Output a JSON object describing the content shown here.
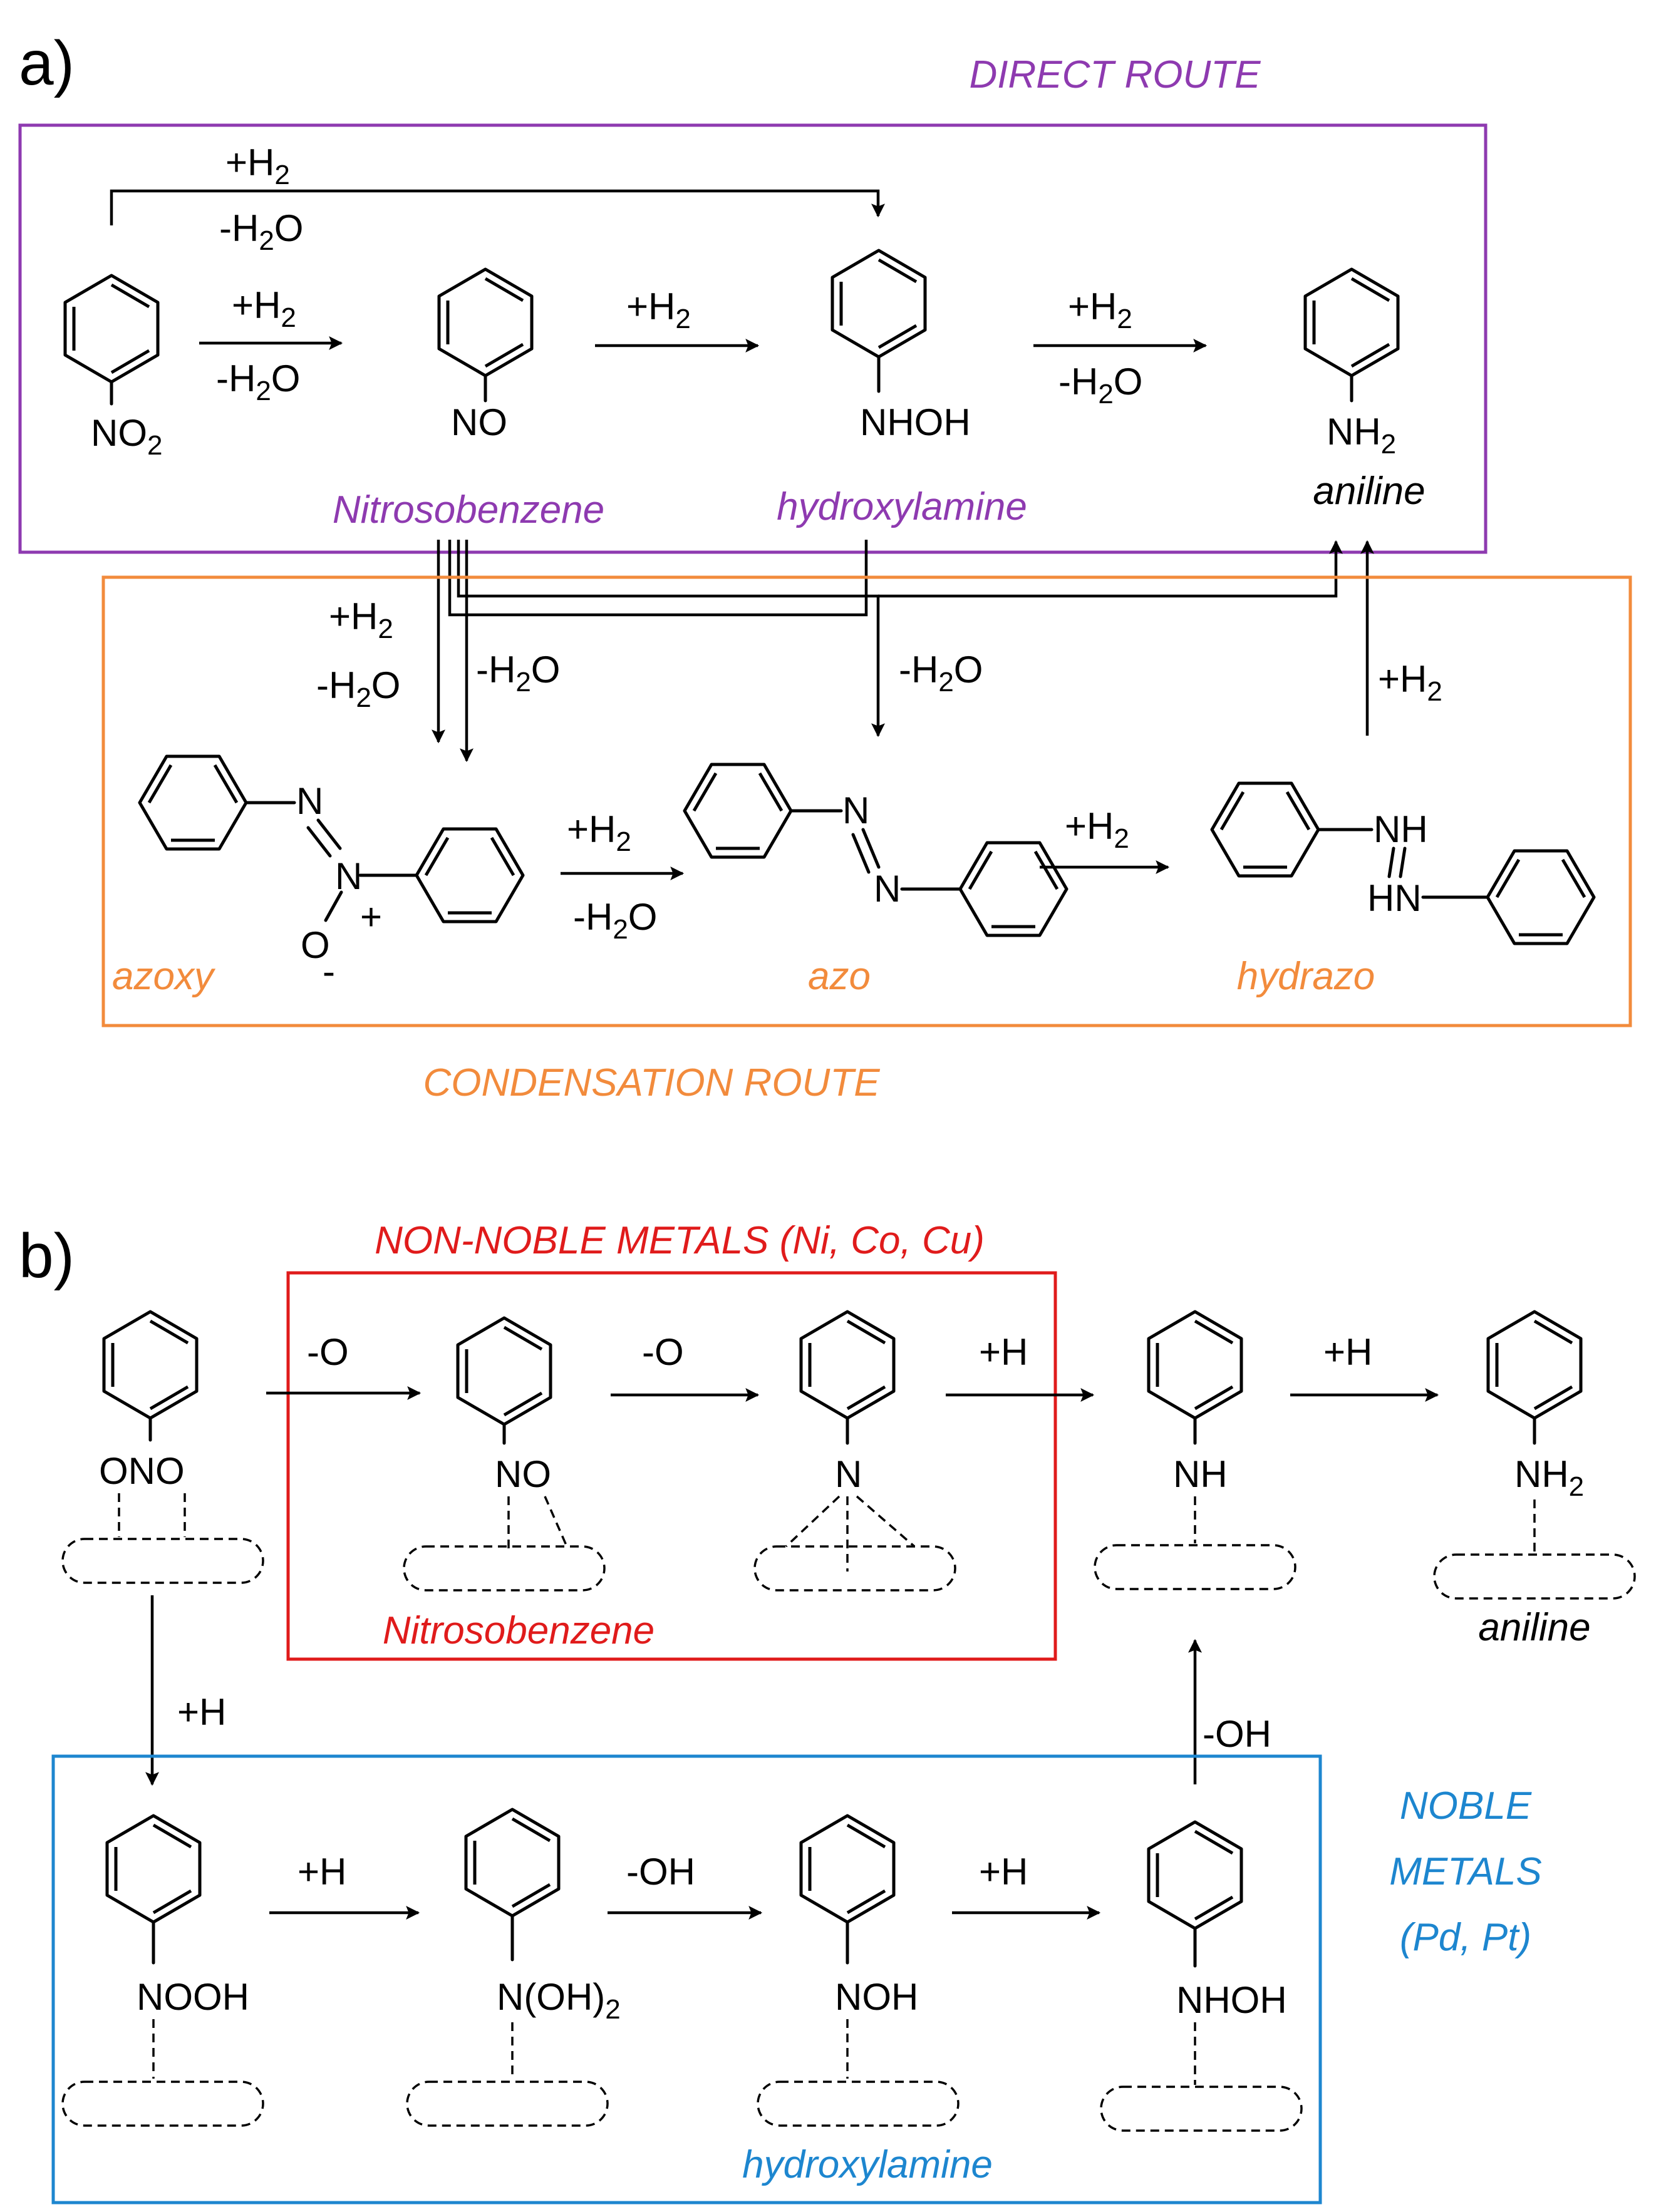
{
  "colors": {
    "direct": "#8e3ab0",
    "condensation": "#f28b3c",
    "non_noble": "#e01b1b",
    "noble": "#1d86cf",
    "text": "#000000"
  },
  "panel_a": {
    "label": "a)",
    "direct_title": "DIRECT ROUTE",
    "condensation_title": "CONDENSATION ROUTE",
    "nitro": "NO",
    "nitroso": "NO",
    "hydroxylamine_group": "NHOH",
    "aniline_group": "NH",
    "h2": "+H",
    "h2o_minus": "-H",
    "h2o_o": "O",
    "sub2": "2",
    "n": "N",
    "o": "O",
    "nh": "NH",
    "hn": "HN",
    "plus": "+",
    "minus": "-",
    "name_nitrosobenzene": "Nitrosobenzene",
    "name_hydroxylamine": "hydroxylamine",
    "name_aniline": "aniline",
    "name_azoxy": "azoxy",
    "name_azo": "azo",
    "name_hydrazo": "hydrazo"
  },
  "panel_b": {
    "label": "b)",
    "non_noble_title": "NON-NOBLE METALS (Ni, Co, Cu)",
    "noble_title_1": "NOBLE",
    "noble_title_2": "METALS",
    "noble_title_3": "(Pd, Pt)",
    "minus_o": "-O",
    "plus_h": "+H",
    "minus_oh": "-OH",
    "ono": "ONO",
    "no": "NO",
    "n": "N",
    "nh": "NH",
    "nh2": "NH",
    "sub2": "2",
    "nooh": "NOOH",
    "noh2": "N(OH)",
    "noh": "NOH",
    "nhoh": "NHOH",
    "name_nitrosobenzene": "Nitrosobenzene",
    "name_aniline": "aniline",
    "name_hydroxylamine": "hydroxylamine"
  }
}
